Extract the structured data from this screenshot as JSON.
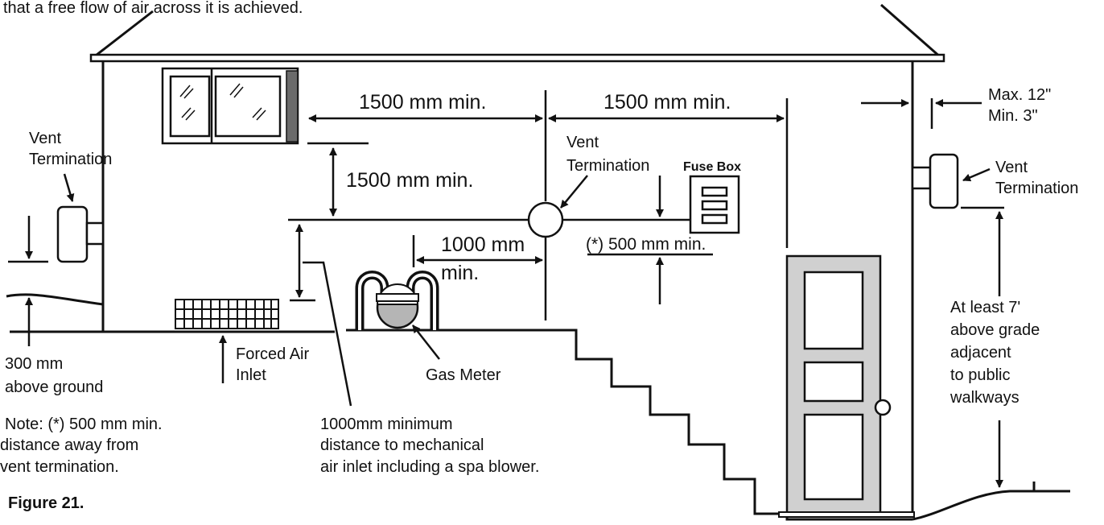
{
  "caption": {
    "top_text": "that a free flow of air across it is achieved.",
    "figure_label": "Figure 21."
  },
  "colors": {
    "stroke": "#111111",
    "wall_fill": "#ffffff",
    "window_frame_gray": "#bdbdbd",
    "shutter_dark": "#6b6b6b",
    "door_fill": "#d0d0d0",
    "meter_fill": "#b5b5b5"
  },
  "labels": {
    "vent_termination_left": [
      "Vent",
      "Termination"
    ],
    "vent_termination_center": [
      "Vent",
      "Termination"
    ],
    "vent_termination_right": [
      "Vent",
      "Termination"
    ],
    "fuse_box": "Fuse Box",
    "gas_meter": "Gas Meter",
    "forced_air_inlet": [
      "Forced Air",
      "Inlet"
    ],
    "above_ground": [
      "300 mm",
      "above ground"
    ],
    "note": [
      "Note: (*) 500 mm min.",
      "distance away from",
      "vent termination."
    ],
    "mechanical_air_inlet": [
      "1000mm minimum",
      "distance to mechanical",
      "air inlet including a spa blower."
    ],
    "overhang": [
      "Max. 12\"",
      "Min. 3\""
    ],
    "above_grade": [
      "At least 7'",
      "above grade",
      "adjacent",
      "to public",
      "walkways"
    ]
  },
  "dimensions": {
    "window_to_vent": "1500 mm min.",
    "vent_to_door": "1500 mm min.",
    "below_window": "1500 mm min.",
    "gas_meter": [
      "1000 mm",
      "min."
    ],
    "fuse_box": "(*) 500 mm min."
  },
  "icons": [
    "window-icon",
    "vent-icon",
    "fuse-box-icon",
    "gas-meter-icon",
    "air-inlet-grille-icon",
    "door-icon"
  ]
}
